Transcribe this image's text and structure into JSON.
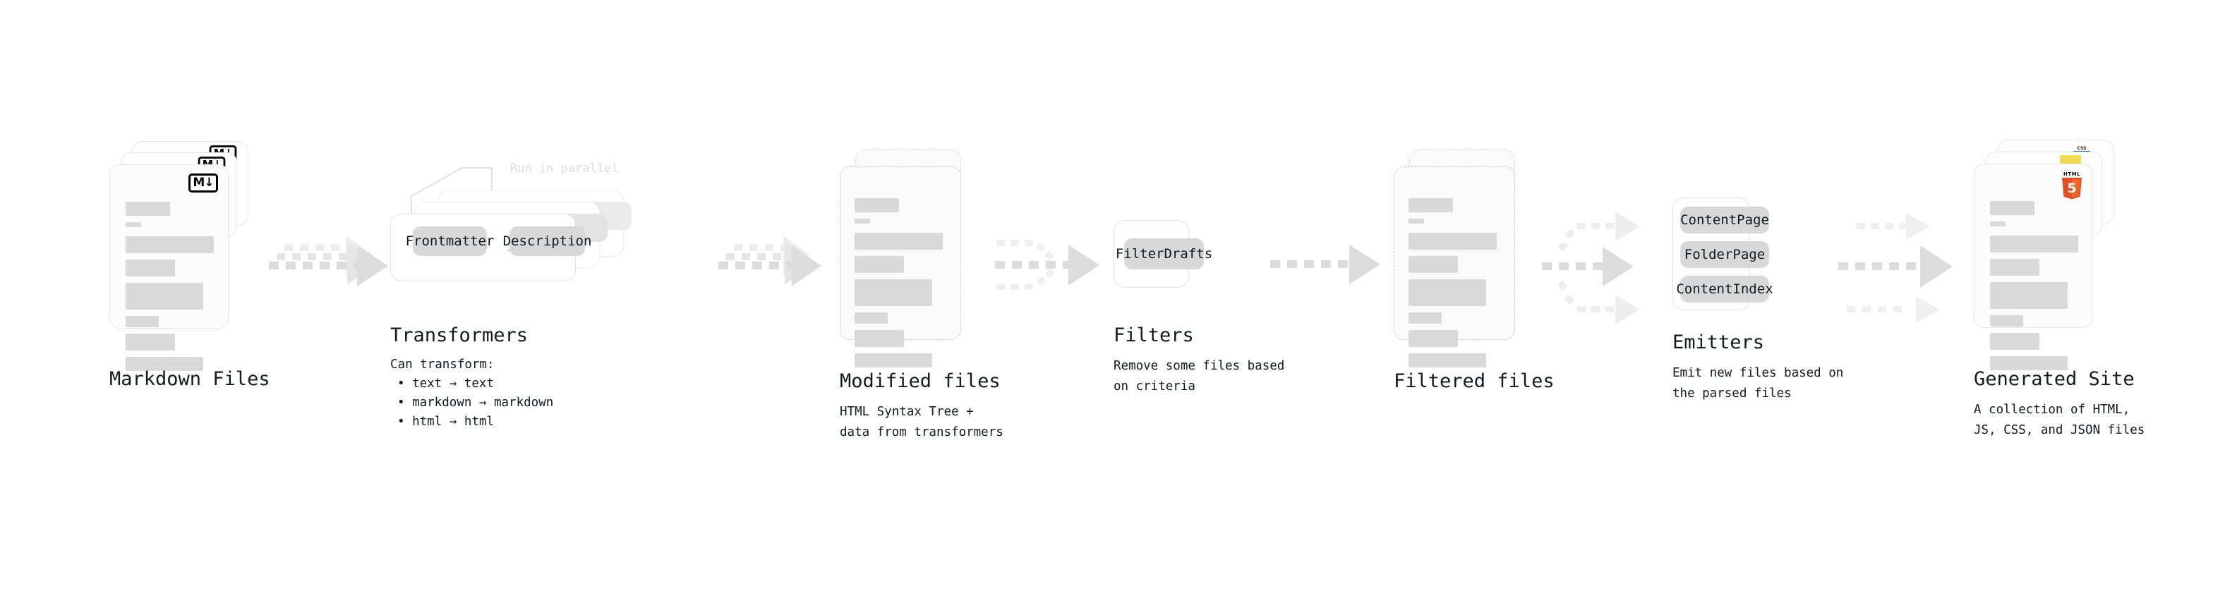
{
  "diagram": {
    "type": "pipeline-flow",
    "background": "#ffffff",
    "accent_muted": "#d8d8d8",
    "text_color": "#15191e"
  },
  "stages": [
    {
      "id": "markdown-files",
      "title": "Markdown Files",
      "subtitle": "",
      "icon": "markdown-icon",
      "icon_label": "M↓",
      "kind": "file-stack",
      "stack_count": 3,
      "border": "solid"
    },
    {
      "id": "transformers",
      "title": "Transformers",
      "subtitle": "Can transform:",
      "bullets": [
        "• text → text",
        "• markdown → markdown",
        "• html → html"
      ],
      "kind": "group-stack",
      "stack_count": 3,
      "annotation": "Run in parallel",
      "nodes": [
        "Frontmatter",
        "Description"
      ]
    },
    {
      "id": "modified-files",
      "title": "Modified files",
      "subtitle": "HTML Syntax Tree +\ndata from transformers",
      "kind": "file-stack",
      "stack_count": 2,
      "border": "dashed"
    },
    {
      "id": "filters",
      "title": "Filters",
      "subtitle": "Remove some files based\non criteria",
      "kind": "group",
      "nodes": [
        "FilterDrafts"
      ]
    },
    {
      "id": "filtered-files",
      "title": "Filtered files",
      "subtitle": "",
      "kind": "file-stack",
      "stack_count": 2,
      "border": "dashed"
    },
    {
      "id": "emitters",
      "title": "Emitters",
      "subtitle": "Emit new files based on\nthe parsed files",
      "kind": "group",
      "nodes": [
        "ContentPage",
        "FolderPage",
        "ContentIndex"
      ]
    },
    {
      "id": "generated-site",
      "title": "Generated Site",
      "subtitle": "A collection of HTML,\nJS, CSS, and JSON files",
      "kind": "file-stack",
      "stack_count": 3,
      "border": "solid",
      "icons": [
        "css3-icon",
        "javascript-icon",
        "html5-icon"
      ],
      "html5_label": "HTML",
      "html5_number": "5",
      "css_label": "CSS",
      "colors": {
        "html5": "#e44d26",
        "html5_shade": "#f16529",
        "javascript": "#f0db4f",
        "css3": "#2965f1"
      }
    }
  ],
  "connectors": [
    {
      "id": "md-to-transformers",
      "style": "dotted-arrow-stack",
      "heads": 3
    },
    {
      "id": "transformers-to-modified",
      "style": "dotted-arrow-stack",
      "heads": 3
    },
    {
      "id": "modified-to-filters",
      "style": "dotted-arrow-merge",
      "heads": 1
    },
    {
      "id": "filters-to-filtered",
      "style": "dotted-arrow",
      "heads": 1
    },
    {
      "id": "filtered-to-emitters",
      "style": "dotted-arrow-split",
      "heads": 3
    },
    {
      "id": "emitters-to-site",
      "style": "dotted-arrow-parallel",
      "heads": 3
    }
  ],
  "labels": {
    "markdown_badge": "M↓",
    "run_in_parallel": "Run in parallel"
  }
}
